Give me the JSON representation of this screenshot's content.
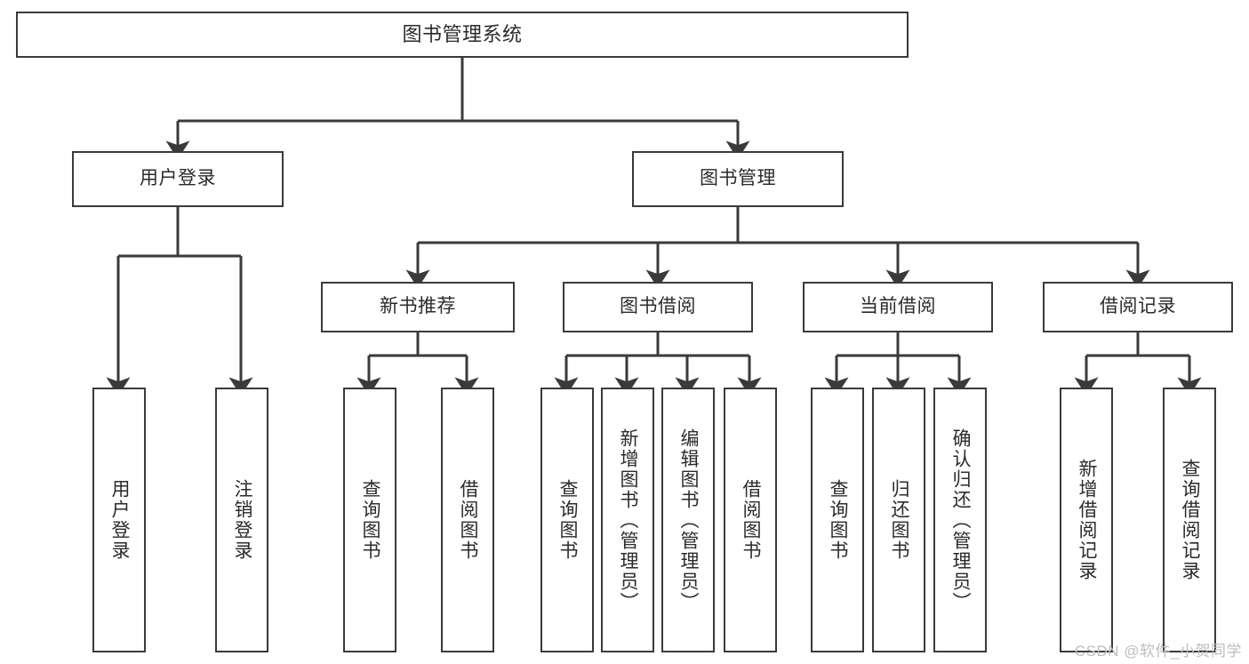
{
  "diagram": {
    "title": "图书管理系统",
    "type": "tree",
    "colors": {
      "border": "#3a3a3a",
      "box_fill": "#ffffff",
      "text": "#2b2b2b",
      "edge": "#3a3a3a",
      "watermark": "#bdbdbd",
      "background": "#ffffff"
    },
    "root": {
      "label": "图书管理系统"
    },
    "level2": [
      {
        "label": "用户登录"
      },
      {
        "label": "图书管理"
      }
    ],
    "level3": [
      {
        "label": "新书推荐"
      },
      {
        "label": "图书借阅"
      },
      {
        "label": "当前借阅"
      },
      {
        "label": "借阅记录"
      }
    ],
    "leaves": {
      "user_login": [
        {
          "label": "用户登录"
        },
        {
          "label": "注销登录"
        }
      ],
      "new_book": [
        {
          "label": "查询图书"
        },
        {
          "label": "借阅图书"
        }
      ],
      "book_borrow": [
        {
          "label": "查询图书"
        },
        {
          "label": "新增图书（管理员）"
        },
        {
          "label": "编辑图书（管理员）"
        },
        {
          "label": "借阅图书"
        }
      ],
      "current_borrow": [
        {
          "label": "查询图书"
        },
        {
          "label": "归还图书"
        },
        {
          "label": "确认归还（管理员）"
        }
      ],
      "borrow_record": [
        {
          "label": "新增借阅记录"
        },
        {
          "label": "查询借阅记录"
        }
      ]
    }
  },
  "watermark": {
    "text": "CSDN @软件_小贺同学"
  }
}
